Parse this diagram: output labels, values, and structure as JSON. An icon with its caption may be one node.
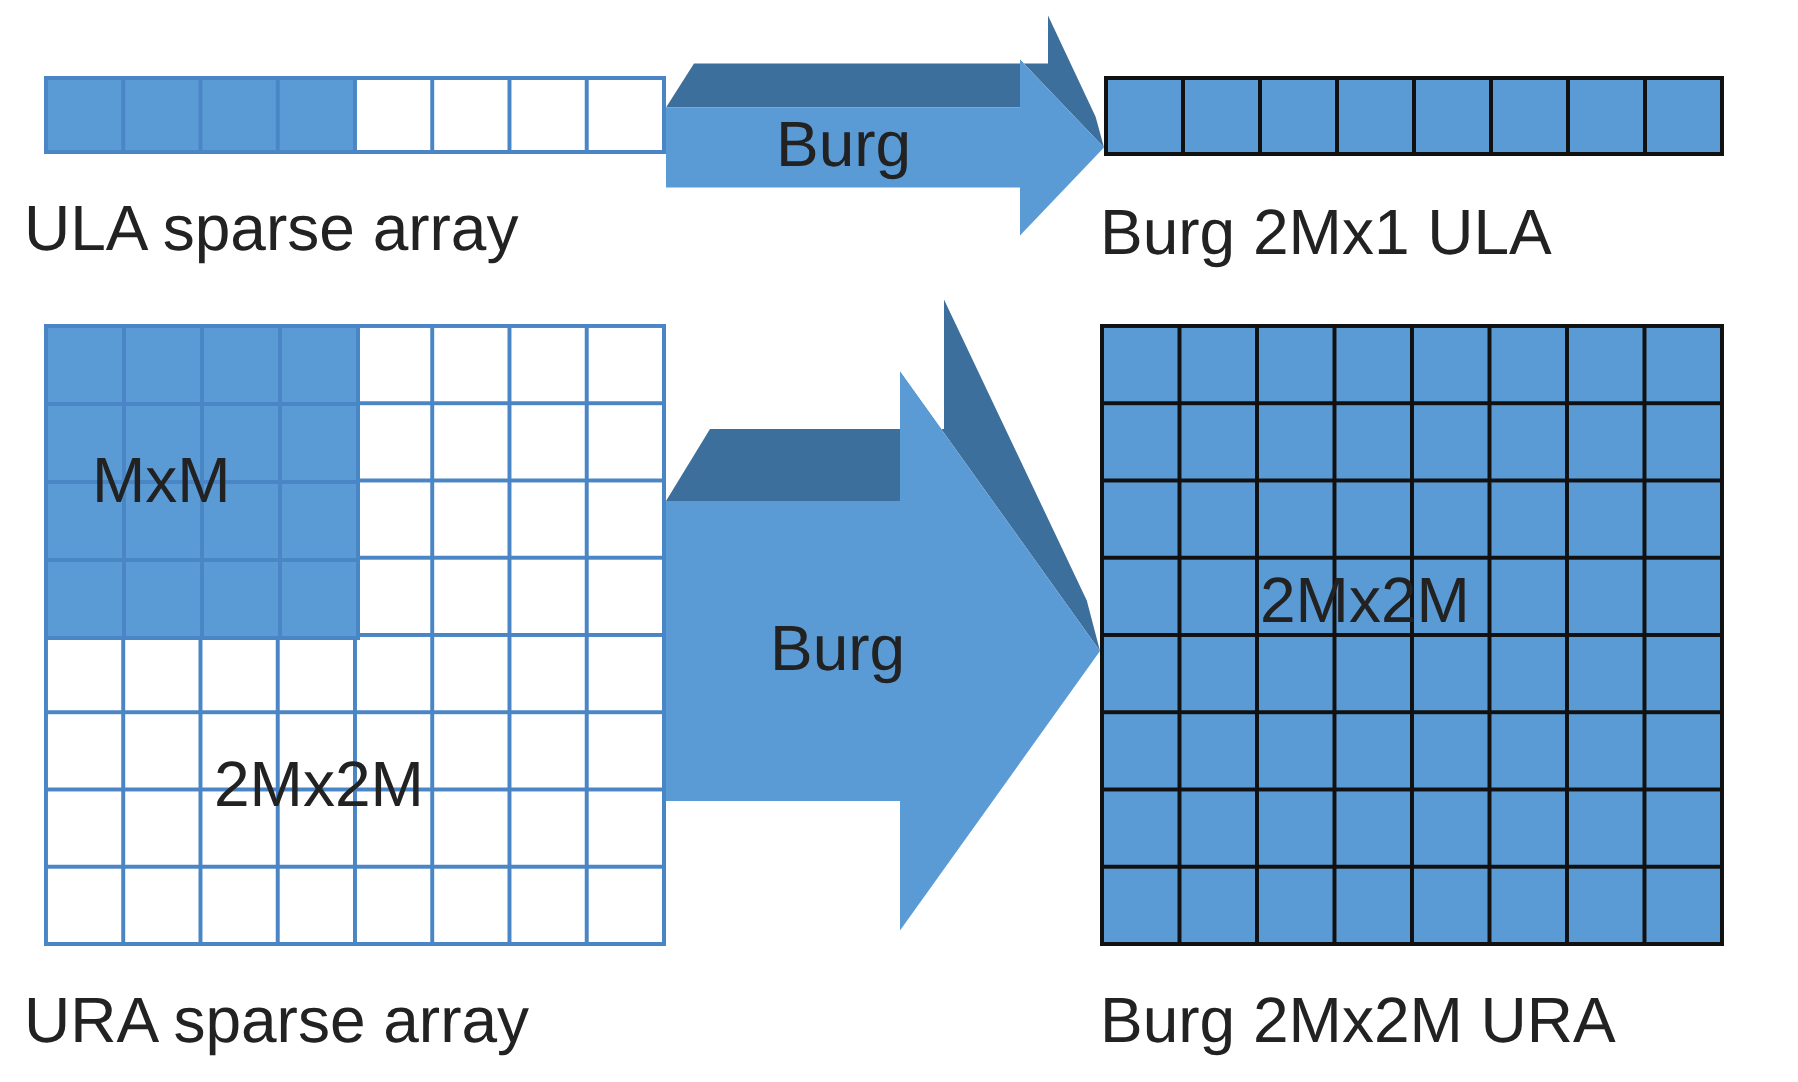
{
  "diagram": {
    "nodes": [
      {
        "text": [],
        "shape": "grid",
        "beside": [
          "ULA sparse array"
        ]
      },
      {
        "text": [],
        "shape": "grid",
        "beside": [
          "Burg 2Mx1 ULA"
        ]
      },
      {
        "text": [
          "2Mx2M"
        ],
        "beside": [
          "URA sparse array"
        ]
      },
      {
        "text": [
          "MxM"
        ],
        "in": 2
      },
      {
        "text": [
          "2Mx2M"
        ],
        "beside": [
          "Burg 2Mx2M URA"
        ]
      }
    ],
    "edges": [
      {
        "from": 0,
        "to": 1,
        "arrow": "to",
        "label": "Burg"
      },
      {
        "from": 2,
        "to": 4,
        "arrow": "to",
        "label": "Burg",
        "style": "thick"
      }
    ]
  }
}
